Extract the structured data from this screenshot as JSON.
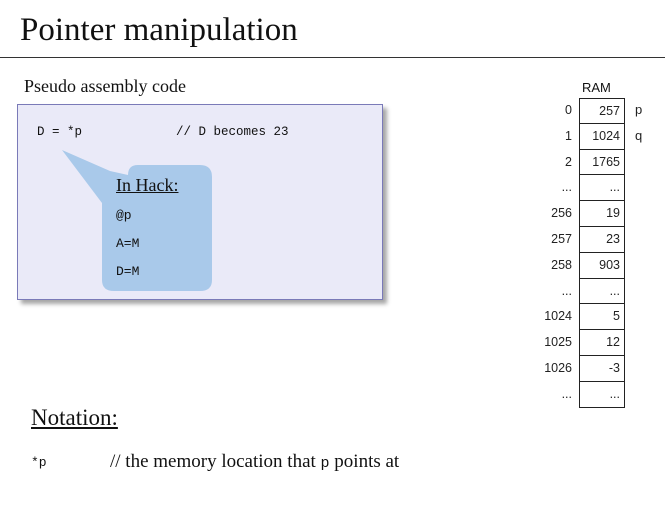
{
  "slide": {
    "title": "Pointer manipulation",
    "subtitle": "Pseudo assembly code"
  },
  "code": {
    "statement": "D = *p",
    "comment": "// D becomes 23"
  },
  "hack": {
    "title": "In Hack:",
    "lines": [
      "@p",
      "A=M",
      "D=M"
    ]
  },
  "notation": {
    "title": "Notation:",
    "term": "*p",
    "desc_prefix": "// the memory location that ",
    "desc_var": "p",
    "desc_suffix": " points at"
  },
  "ram": {
    "label": "RAM",
    "rows": [
      {
        "addr": "0",
        "value": "257",
        "pointer": "p"
      },
      {
        "addr": "1",
        "value": "1024",
        "pointer": "q"
      },
      {
        "addr": "2",
        "value": "1765",
        "pointer": ""
      },
      {
        "addr": "...",
        "value": "...",
        "pointer": ""
      },
      {
        "addr": "256",
        "value": "19",
        "pointer": ""
      },
      {
        "addr": "257",
        "value": "23",
        "pointer": ""
      },
      {
        "addr": "258",
        "value": "903",
        "pointer": ""
      },
      {
        "addr": "...",
        "value": "...",
        "pointer": ""
      },
      {
        "addr": "1024",
        "value": "5",
        "pointer": ""
      },
      {
        "addr": "1025",
        "value": "12",
        "pointer": ""
      },
      {
        "addr": "1026",
        "value": "-3",
        "pointer": ""
      },
      {
        "addr": "...",
        "value": "...",
        "pointer": ""
      }
    ]
  },
  "colors": {
    "code_box_bg": "#eaeaf8",
    "code_box_border": "#7a7ab8",
    "bubble": "#a9c9ea"
  }
}
